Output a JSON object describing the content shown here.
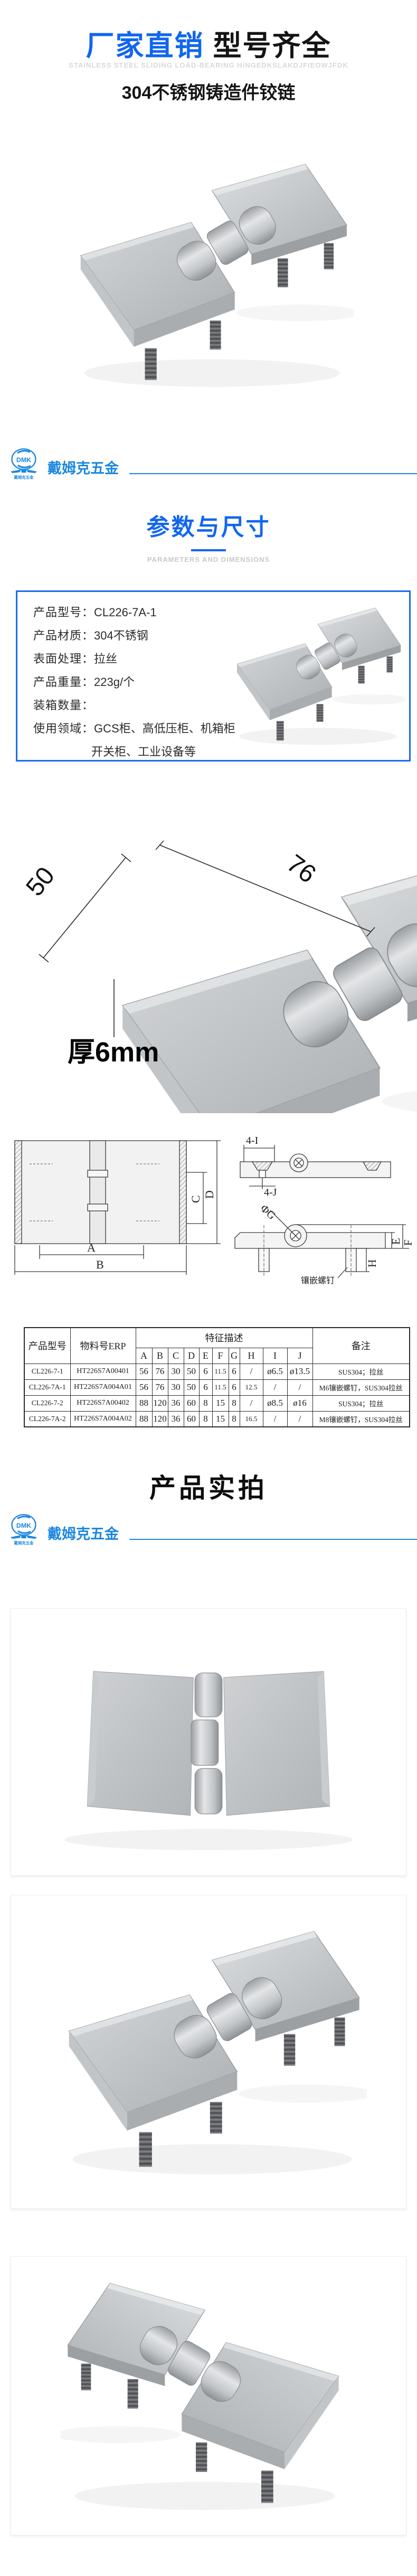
{
  "header": {
    "title_highlight": "厂家直销",
    "title_rest": " 型号齐全",
    "subtitle_en": "STAINLESS STEEL SLIDING LOAD-BEARING HINGEDKSLAKDJFIEOWJFDK",
    "subtitle": "304不锈钢铸造件铰链"
  },
  "brand": {
    "logo_text": "DMK",
    "logo_caption": "戴姆克五金",
    "name": "戴姆克五金"
  },
  "section_params": {
    "title": "参数与尺寸",
    "subtitle_en": "PARAMETERS AND DIMENSIONS"
  },
  "params": {
    "rows": [
      {
        "label": "产品型号：",
        "value": "CL226-7A-1"
      },
      {
        "label": "产品材质：",
        "value": "304不锈钢"
      },
      {
        "label": "表面处理：",
        "value": "拉丝"
      },
      {
        "label": "产品重量：",
        "value": "223g/个"
      },
      {
        "label": "装箱数量：",
        "value": ""
      },
      {
        "label": "使用领域：",
        "value": "GCS柜、高低压柜、机箱柜"
      },
      {
        "label": "",
        "value": "开关柜、工业设备等"
      }
    ]
  },
  "dimension_figure": {
    "depth_label": "50",
    "width_label": "76",
    "thickness_label": "厚6mm"
  },
  "drawing": {
    "dim_a": "A",
    "dim_b": "B",
    "dim_c": "C",
    "dim_d": "D",
    "dim_e": "E",
    "dim_f": "F",
    "dim_h": "H",
    "dim_phi_g": "ΦG",
    "dim_4i": "4-I",
    "dim_4j": "4-J",
    "note": "镶嵌螺钉"
  },
  "spec_table": {
    "col_model": "产品型号",
    "col_erp": "物料号ERP",
    "col_features": "特征描述",
    "col_note": "备注",
    "feature_cols": [
      "A",
      "B",
      "C",
      "D",
      "E",
      "F",
      "G",
      "H",
      "I",
      "J"
    ],
    "rows": [
      {
        "model": "CL226-7-1",
        "erp": "HT226S7A00401",
        "values": [
          "56",
          "76",
          "30",
          "50",
          "6",
          "11.5",
          "6",
          "/",
          "ø6.5",
          "ø13.5"
        ],
        "note": "SUS304；拉丝"
      },
      {
        "model": "CL226-7A-1",
        "erp": "HT226S7A004A01",
        "values": [
          "56",
          "76",
          "30",
          "50",
          "6",
          "11.5",
          "6",
          "12.5",
          "/",
          "/"
        ],
        "note": "M6镶嵌螺钉，SUS304拉丝"
      },
      {
        "model": "CL226-7-2",
        "erp": "HT226S7A00402",
        "values": [
          "88",
          "120",
          "36",
          "60",
          "8",
          "15",
          "8",
          "/",
          "ø8.5",
          "ø16"
        ],
        "note": "SUS304；拉丝"
      },
      {
        "model": "CL226-7A-2",
        "erp": "HT226S7A004A02",
        "values": [
          "88",
          "120",
          "36",
          "60",
          "8",
          "15",
          "8",
          "16.5",
          "/",
          "/"
        ],
        "note": "M8镶嵌螺钉，SUS304拉丝"
      }
    ]
  },
  "section_photos": {
    "title": "产品实拍"
  },
  "colors": {
    "accent_blue": "#1166f0",
    "brand_blue": "#1b87e0",
    "text_dark": "#141414"
  }
}
